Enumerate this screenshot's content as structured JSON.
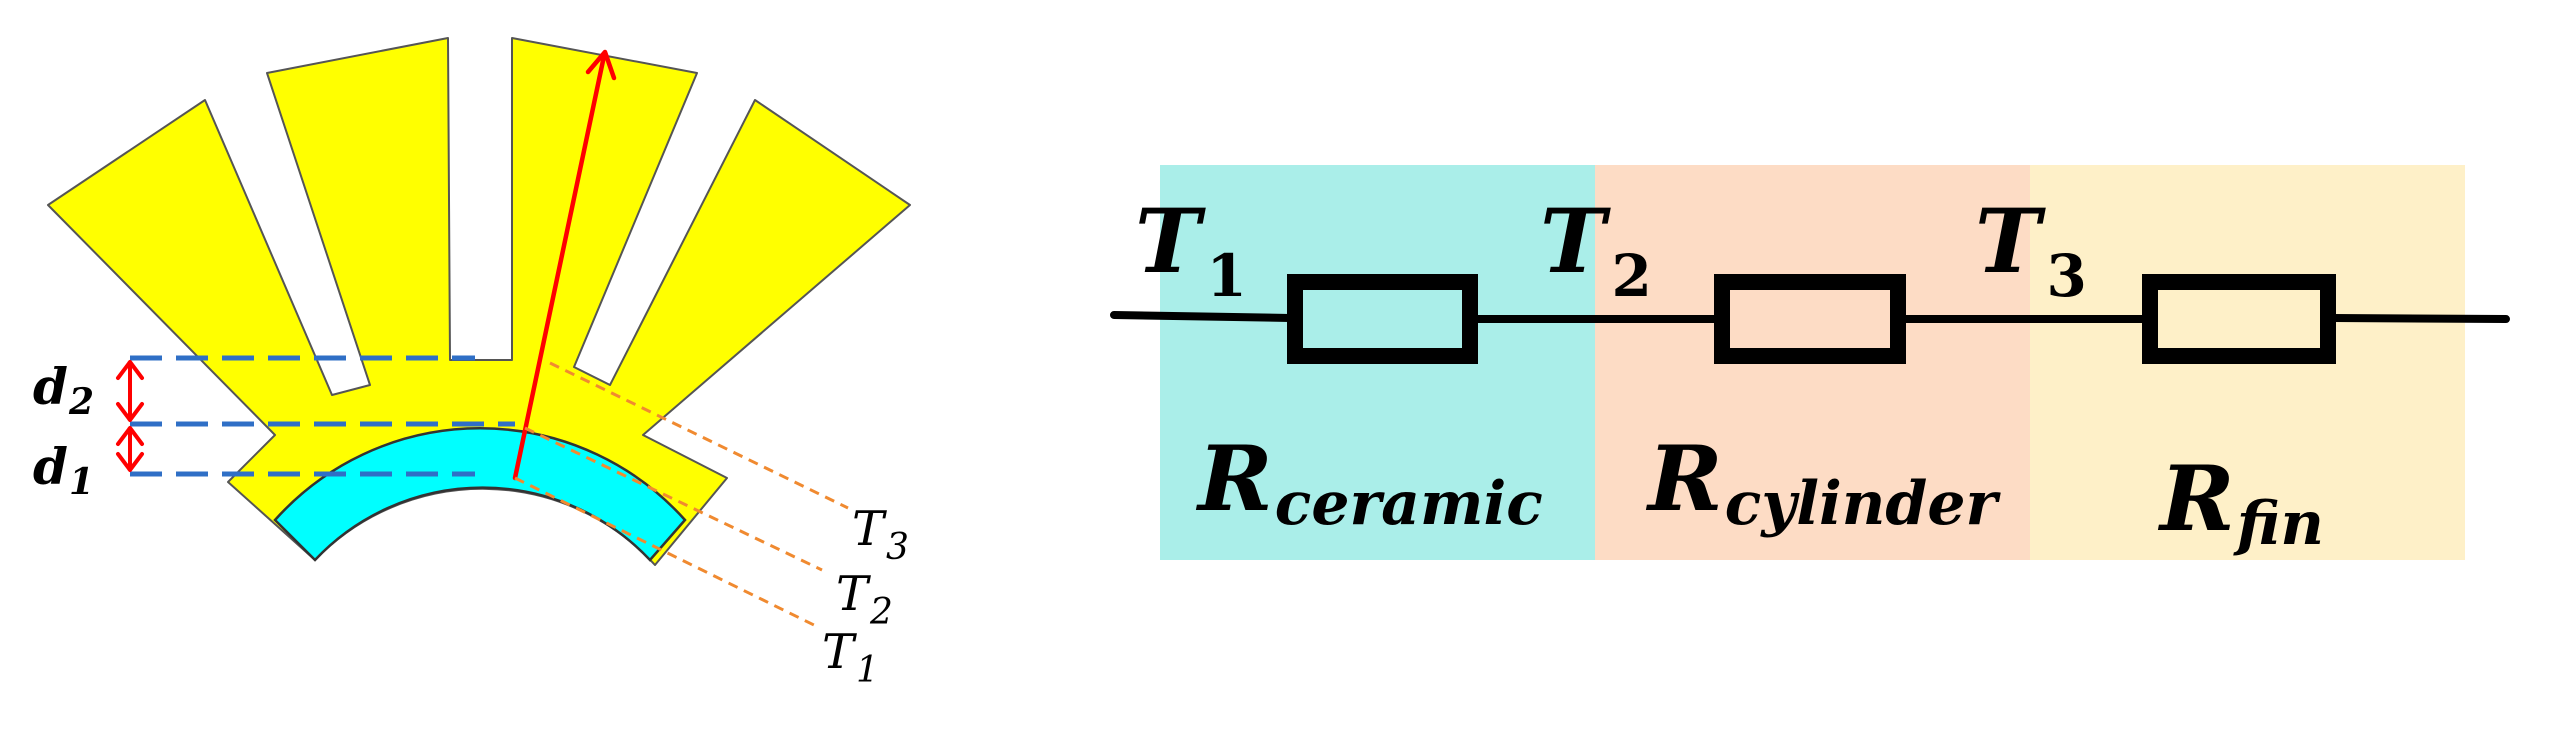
{
  "colors": {
    "fin_fill": "#ffff00",
    "fin_stroke": "#555555",
    "ceramic_fill": "#00ffff",
    "radius_arrow": "#ff0000",
    "thickness_arrow": "#ff0000",
    "dashed_guides": "#2f6fc6",
    "temperature_leaders": "#f08a30",
    "zone_ceramic": "#aaeee9",
    "zone_cylinder": "#fddcc5",
    "zone_fin": "#fef0c8",
    "circuit_line": "#000000"
  },
  "cross_section": {
    "d2": {
      "base": "d",
      "sub": "2"
    },
    "d1": {
      "base": "d",
      "sub": "1"
    },
    "T3": {
      "base": "T",
      "sub": "3"
    },
    "T2": {
      "base": "T",
      "sub": "2"
    },
    "T1": {
      "base": "T",
      "sub": "1"
    }
  },
  "circuit": {
    "nodes": [
      {
        "base": "T",
        "sub": "1"
      },
      {
        "base": "T",
        "sub": "2"
      },
      {
        "base": "T",
        "sub": "3"
      }
    ],
    "resistors": [
      {
        "base": "R",
        "sub": "ceramic"
      },
      {
        "base": "R",
        "sub": "cylinder"
      },
      {
        "base": "R",
        "sub": "fin"
      }
    ]
  }
}
